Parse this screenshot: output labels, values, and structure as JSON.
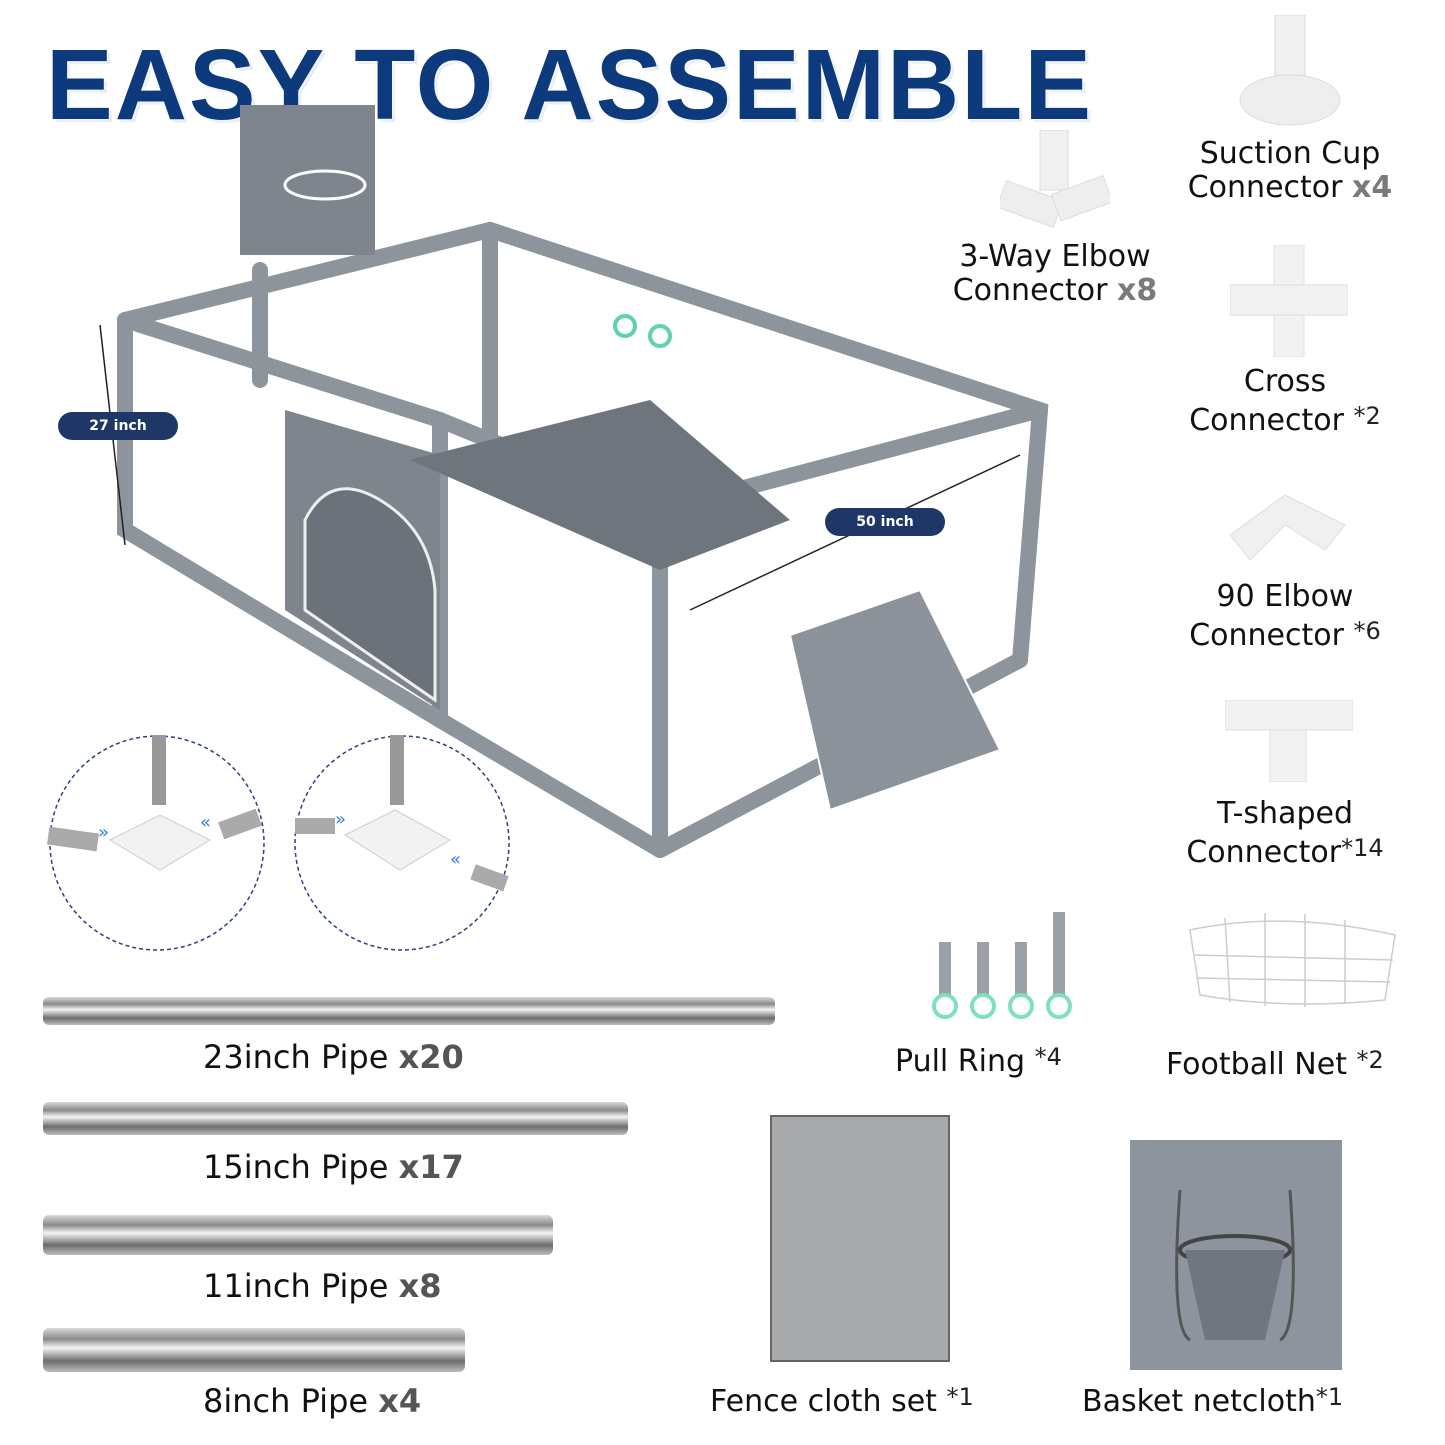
{
  "title": "EASY TO ASSEMBLE",
  "dimensions": {
    "height": "27 inch",
    "length": "50 inch"
  },
  "connectors": [
    {
      "name_line1": "Suction Cup",
      "name_line2": "Connector",
      "qty": "x4"
    },
    {
      "name_line1": "3-Way Elbow",
      "name_line2": "Connector",
      "qty": "x8"
    },
    {
      "name_line1": "Cross",
      "name_line2": "Connector",
      "qty": "*2"
    },
    {
      "name_line1": "90 Elbow",
      "name_line2": "Connector",
      "qty": "*6"
    },
    {
      "name_line1": "T-shaped",
      "name_line2": "Connector",
      "qty": "*14"
    }
  ],
  "accessories": [
    {
      "name": "Pull Ring",
      "qty": "*4"
    },
    {
      "name": "Football Net",
      "qty": "*2"
    },
    {
      "name": "Fence cloth set",
      "qty": "*1"
    },
    {
      "name": "Basket netcloth",
      "qty": "*1"
    }
  ],
  "pipes": [
    {
      "name": "23inch Pipe",
      "qty": "x20"
    },
    {
      "name": "15inch Pipe",
      "qty": "x17"
    },
    {
      "name": "11inch Pipe",
      "qty": "x8"
    },
    {
      "name": "8inch Pipe",
      "qty": "x4"
    }
  ],
  "colors": {
    "title": "#0d3a7c",
    "pill": "#1f3767",
    "fabric": "#8e949b",
    "accent": "#5fd3a6"
  }
}
